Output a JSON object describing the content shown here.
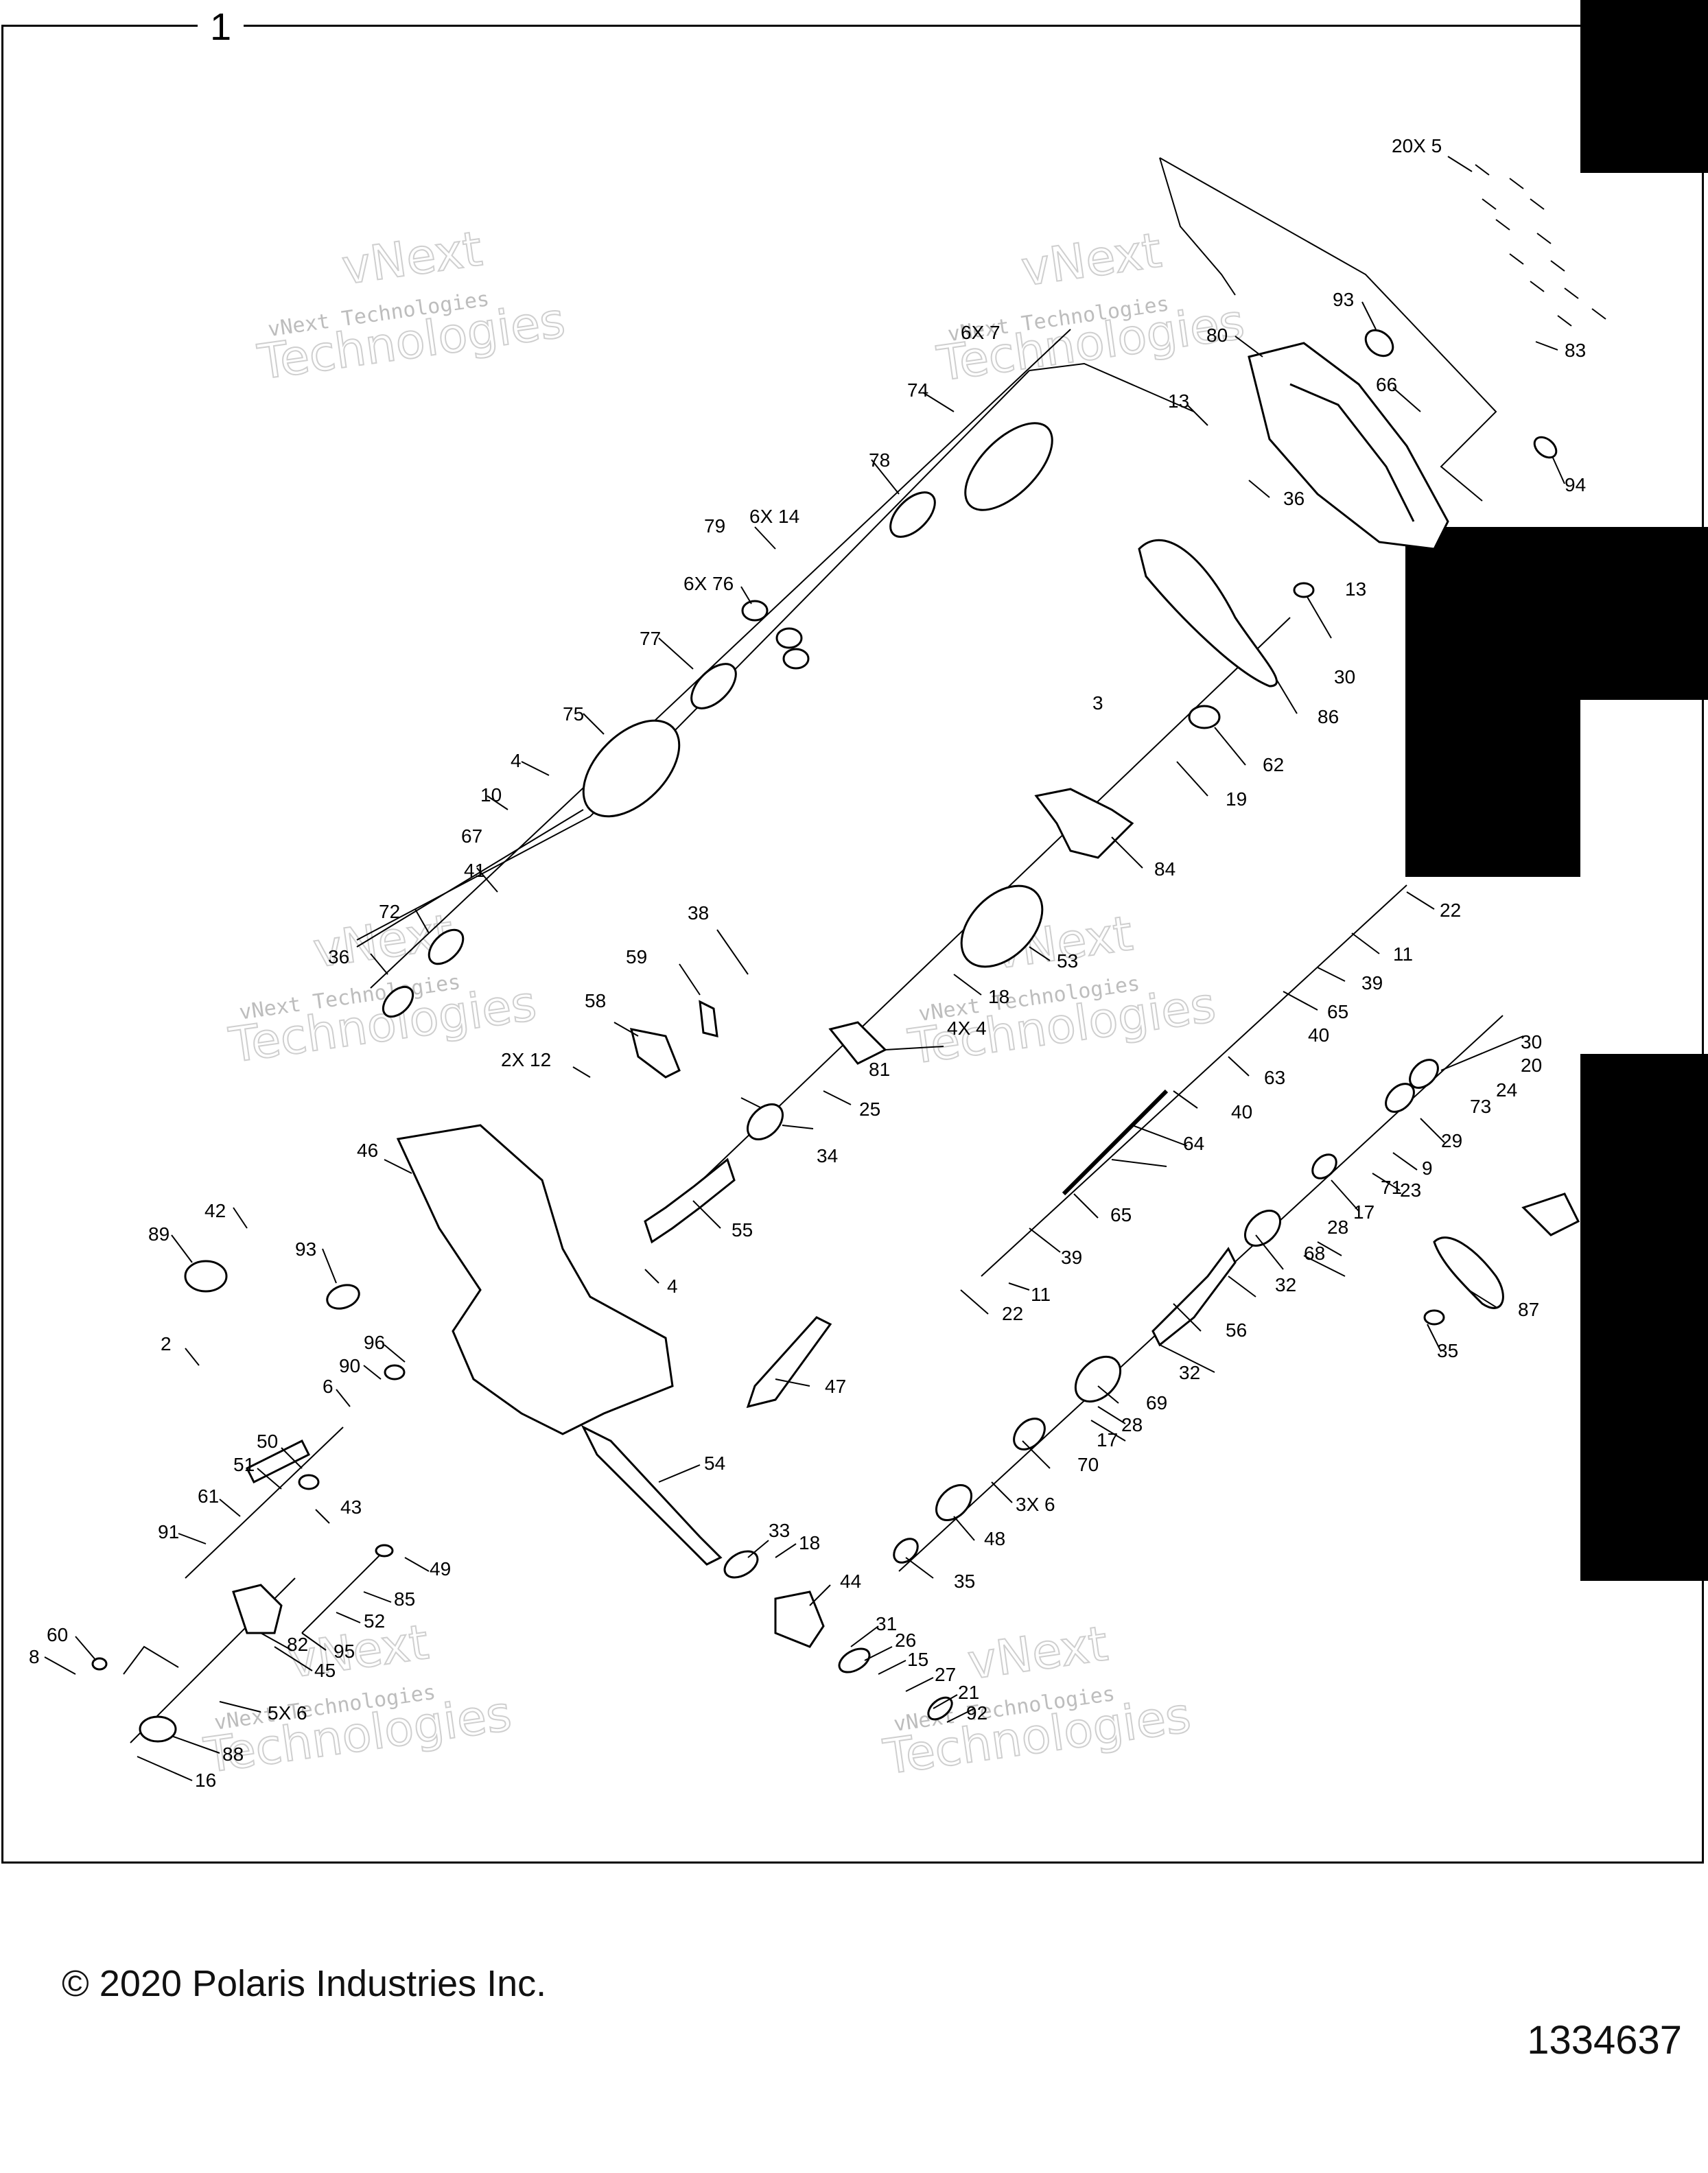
{
  "sheet": {
    "number": "1"
  },
  "footer": {
    "copyright": "© 2020 Polaris Industries Inc.",
    "part_number": "1334637"
  },
  "watermark": {
    "line1": "vNext Technologies",
    "line2": "vNext",
    "line3": "Technologies"
  },
  "callouts": {
    "c20x5": "20X 5",
    "c93a": "93",
    "c80": "80",
    "c83": "83",
    "c66": "66",
    "c13a": "13",
    "c36a": "36",
    "c94": "94",
    "c6x7": "6X 7",
    "c74": "74",
    "c78": "78",
    "c79": "79",
    "c6x14": "6X 14",
    "c6x76": "6X 76",
    "c77": "77",
    "c75": "75",
    "c4a": "4",
    "c10": "10",
    "c67": "67",
    "c41": "41",
    "c72": "72",
    "c36b": "36",
    "c13b": "13",
    "c30a": "30",
    "c86": "86",
    "c3": "3",
    "c62": "62",
    "c19": "19",
    "c84": "84",
    "c22a": "22",
    "c11a": "11",
    "c53": "53",
    "c18a": "18",
    "c39a": "39",
    "c65a": "65",
    "c4x": "4X 4",
    "c40a": "40",
    "c81": "81",
    "c63": "63",
    "c30b": "30",
    "c20": "20",
    "c24": "24",
    "c73": "73",
    "c25": "25",
    "c40b": "40",
    "c29": "29",
    "c9": "9",
    "c23": "23",
    "c34": "34",
    "c64": "64",
    "c71": "71",
    "c38": "38",
    "c59": "59",
    "c58": "58",
    "c2x12": "2X 12",
    "c17a": "17",
    "c28a": "28",
    "c55": "55",
    "c65b": "65",
    "c68": "68",
    "c39b": "39",
    "c32a": "32",
    "c11b": "11",
    "c22b": "22",
    "c87": "87",
    "c56": "56",
    "c35a": "35",
    "c32b": "32",
    "c69": "69",
    "c28b": "28",
    "c17b": "17",
    "c70": "70",
    "c3x6": "3X 6",
    "c48": "48",
    "c35b": "35",
    "c46": "46",
    "c42": "42",
    "c89": "89",
    "c93b": "93",
    "c4b": "4",
    "c2": "2",
    "c96": "96",
    "c90": "90",
    "c6": "6",
    "c47": "47",
    "c54": "54",
    "c50": "50",
    "c51": "51",
    "c61": "61",
    "c43": "43",
    "c91": "91",
    "c33": "33",
    "c18b": "18",
    "c44": "44",
    "c49": "49",
    "c85": "85",
    "c52": "52",
    "c95": "95",
    "c60": "60",
    "c8": "8",
    "c45": "45",
    "c82": "82",
    "c5x6": "5X 6",
    "c31": "31",
    "c26": "26",
    "c15": "15",
    "c27": "27",
    "c21": "21",
    "c92": "92",
    "c88": "88",
    "c16": "16"
  }
}
